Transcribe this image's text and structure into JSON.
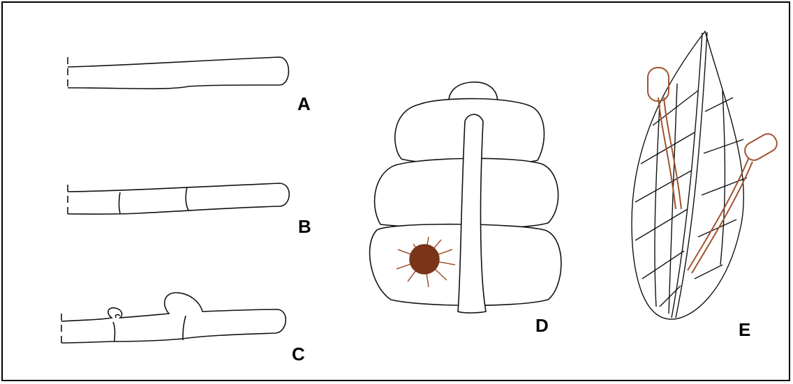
{
  "panels": {
    "a": {
      "label": "A"
    },
    "b": {
      "label": "B"
    },
    "c": {
      "label": "C"
    },
    "d": {
      "label": "D"
    },
    "e": {
      "label": "E"
    }
  },
  "colors": {
    "outline": "#111111",
    "fungus": "#a0522d",
    "sclerotium": "#7a3418",
    "background": "#ffffff"
  }
}
